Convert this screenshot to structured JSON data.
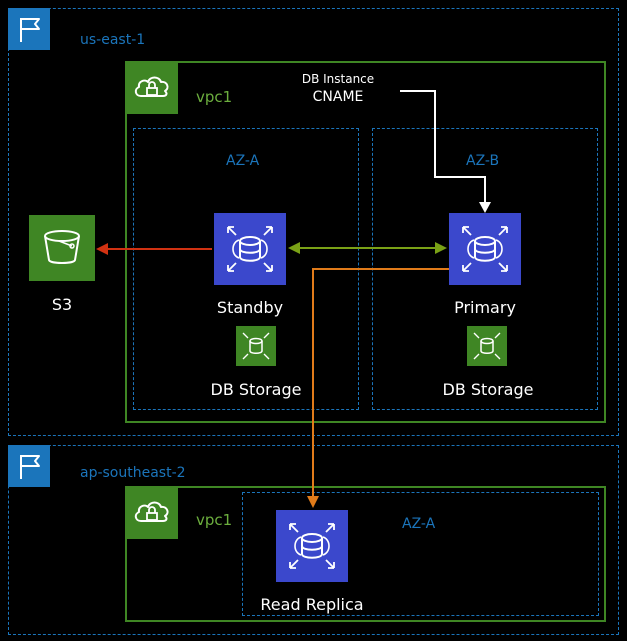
{
  "regions": {
    "us_east": {
      "label": "us-east-1"
    },
    "ap_southeast": {
      "label": "ap-southeast-2"
    }
  },
  "vpcs": {
    "east": {
      "label": "vpc1"
    },
    "ap": {
      "label": "vpc1"
    }
  },
  "azs": {
    "east_a": {
      "label": "AZ-A"
    },
    "east_b": {
      "label": "AZ-B"
    },
    "ap_a": {
      "label": "AZ-A"
    }
  },
  "cname": {
    "line1": "DB Instance",
    "line2": "CNAME"
  },
  "nodes": {
    "standby": {
      "label": "Standby"
    },
    "primary": {
      "label": "Primary"
    },
    "storage_a": {
      "label": "DB Storage"
    },
    "storage_b": {
      "label": "DB Storage"
    },
    "s3": {
      "label": "S3"
    },
    "read_replica": {
      "label": "Read Replica"
    }
  },
  "colors": {
    "region_border": "#1b75bb",
    "vpc_border": "#3f8624",
    "rds_fill": "#3b48cc",
    "storage_fill": "#3f8624",
    "s3_arrow": "#d13212",
    "sync_arrow": "#7aa116",
    "replica_arrow": "#e07b1a",
    "cname_arrow": "#ffffff"
  },
  "icons": {
    "region": "flag-icon",
    "vpc": "cloud-lock-icon",
    "rds": "rds-instance-icon",
    "storage": "db-storage-icon",
    "s3": "s3-bucket-icon"
  }
}
